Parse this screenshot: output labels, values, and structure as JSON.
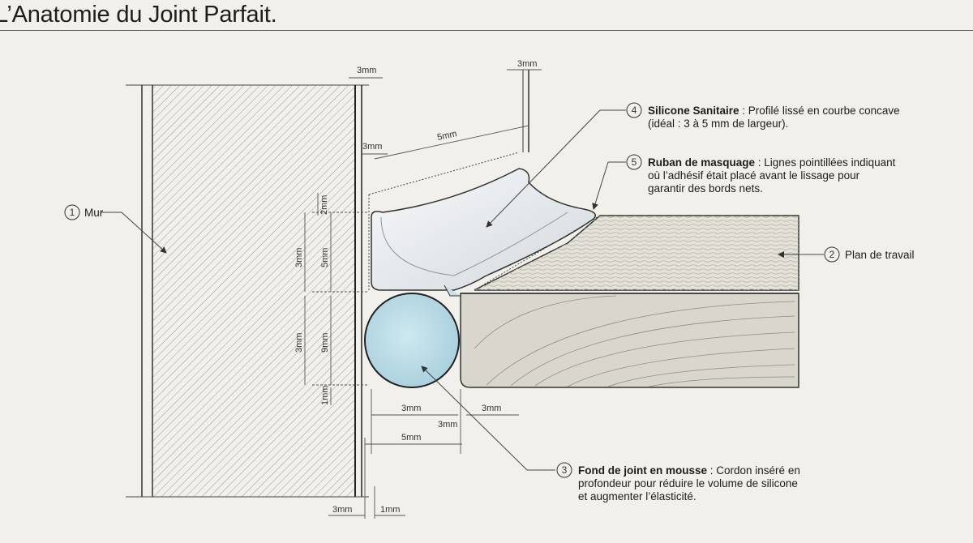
{
  "title": "L’Anatomie du Joint Parfait.",
  "dimensions": {
    "top_gap": "3mm",
    "top_right": "3mm",
    "width_5mm": "5mm",
    "tape_gap": "3mm",
    "v_2mm": "2mm",
    "v_3mm_a": "3mm",
    "v_5mm": "5mm",
    "v_3mm_b": "3mm",
    "v_9mm": "9mm",
    "v_1mm": "1mm",
    "bot_3mm_a": "3mm",
    "bot_3mm_b": "3mm",
    "bot_3mm_c": "3mm",
    "bot_5mm": "5mm",
    "foot_3mm": "3mm",
    "foot_1mm": "1mm"
  },
  "callouts": [
    {
      "num": "1",
      "title": "Mur",
      "text": ""
    },
    {
      "num": "2",
      "title": "Plan de travail",
      "text": ""
    },
    {
      "num": "3",
      "title": "Fond de joint en mousse",
      "lines": [
        " : Cordon inséré en",
        "profondeur pour réduire le volume de silicone",
        "et augmenter l’élasticité."
      ]
    },
    {
      "num": "4",
      "title": "Silicone Sanitaire",
      "lines": [
        " : Profilé lissé en courbe concave",
        "(idéal : 3 à 5 mm de largeur)."
      ]
    },
    {
      "num": "5",
      "title": "Ruban de masquage",
      "lines": [
        " : Lignes pointillées indiquant",
        "où l’adhésif était placé avant le lissage pour",
        "garantir des bords nets."
      ]
    }
  ],
  "colors": {
    "background": "#f1f0ea",
    "silicone": "#e8ecee",
    "foam": "#b9dbe6",
    "line": "#333333"
  }
}
